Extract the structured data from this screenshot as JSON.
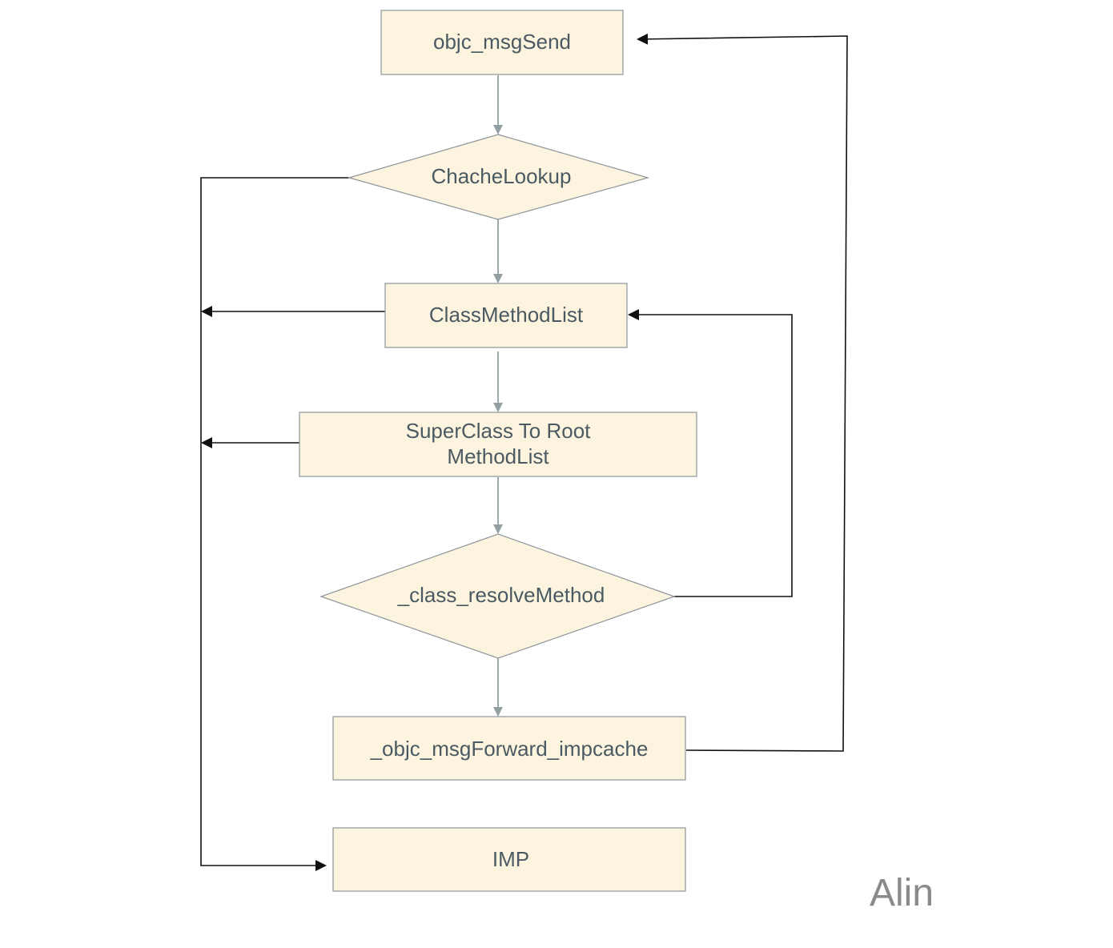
{
  "diagram": {
    "nodes": {
      "msg_send": "objc_msgSend",
      "cache_lookup": "ChacheLookup",
      "class_method_list": "ClassMethodList",
      "superclass_line1": "SuperClass To Root",
      "superclass_line2": "MethodList",
      "resolve_method": "_class_resolveMethod",
      "msg_forward": "_objc_msgForward_impcache",
      "imp": "IMP"
    },
    "watermark": "Alin",
    "colors": {
      "node_fill": "#fcf4df",
      "node_stroke": "#8c9599",
      "text": "#4b5a62",
      "main_flow_arrow": "#93a0a3",
      "branch_arrow": "#111111",
      "watermark": "#8a8a8a"
    }
  }
}
